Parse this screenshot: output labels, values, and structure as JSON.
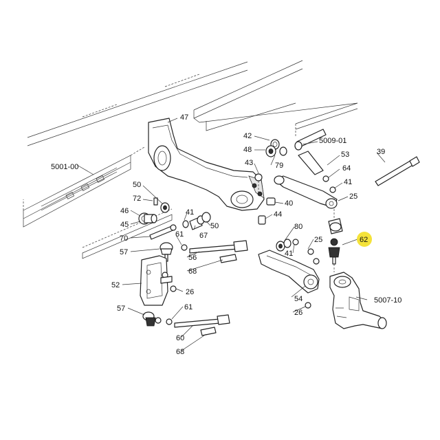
{
  "highlight_color": "#f4e23a",
  "labels": {
    "l47": "47",
    "l42": "42",
    "l48": "48",
    "l5009": "5009-01",
    "l39": "39",
    "l53": "53",
    "l43": "43",
    "l79": "79",
    "l64": "64",
    "l5001": "5001-00",
    "l41a": "41",
    "l50a": "50",
    "l25a": "25",
    "l72": "72",
    "l40": "40",
    "l46": "46",
    "l44": "44",
    "l41b": "41",
    "l45": "45",
    "l50b": "50",
    "l67": "67",
    "l80": "80",
    "l70": "70",
    "l61a": "61",
    "l62": "62",
    "l25b": "25",
    "l57a": "57",
    "l41c": "41",
    "l56": "56",
    "l68a": "68",
    "l52": "52",
    "l26a": "26",
    "l54": "54",
    "l5007": "5007-10",
    "l61b": "61",
    "l57b": "57",
    "l26b": "26",
    "l60": "60",
    "l68b": "68"
  }
}
